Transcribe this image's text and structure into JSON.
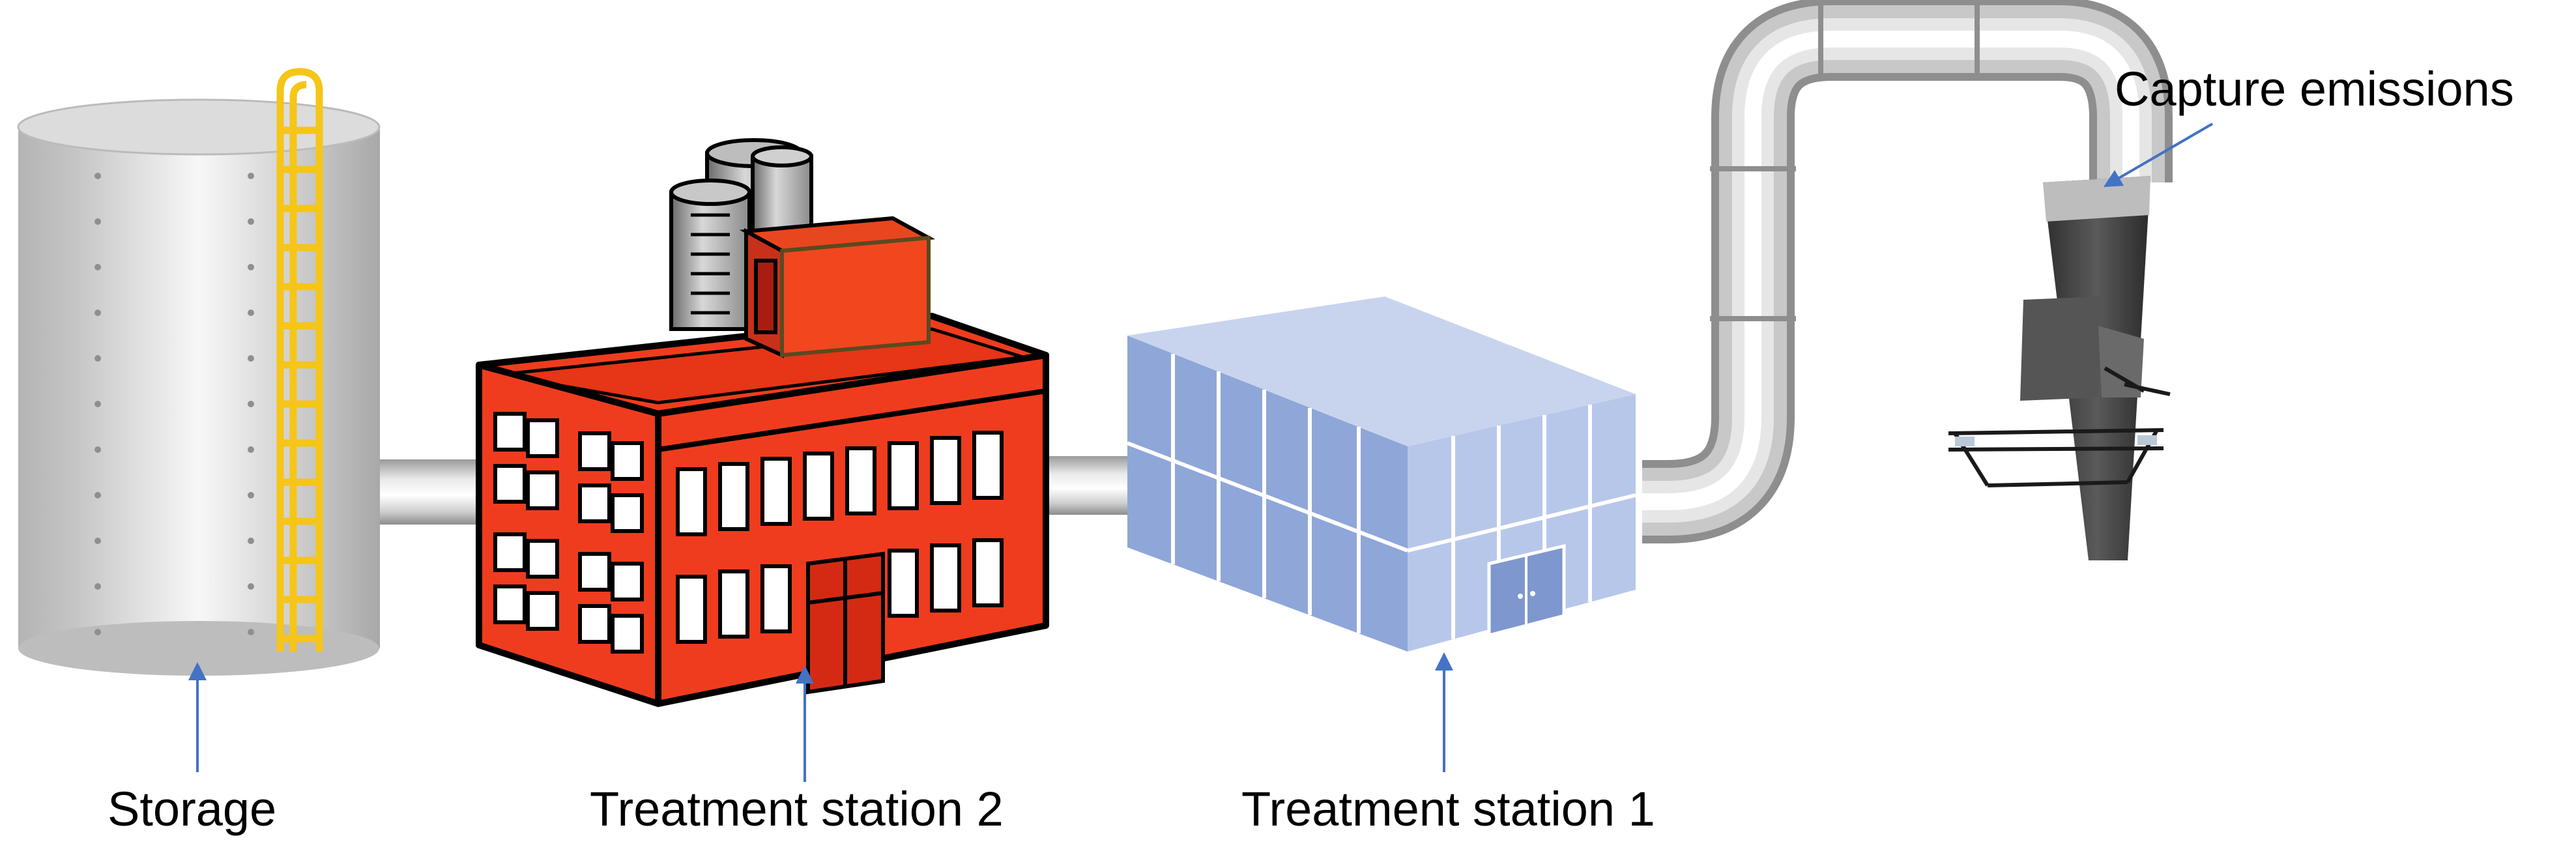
{
  "labels": {
    "storage": "Storage",
    "treatment_station_2": "Treatment station 2",
    "treatment_station_1": "Treatment station 1",
    "capture_emissions": "Capture emissions"
  },
  "colors": {
    "arrow": "#4472c4",
    "tank": "#c9c9c9",
    "ladder": "#f5c518",
    "factory": "#f03c1e",
    "building": "#a9bde6",
    "pipe": "#cfcfcf",
    "stack": "#4a4a4a"
  }
}
